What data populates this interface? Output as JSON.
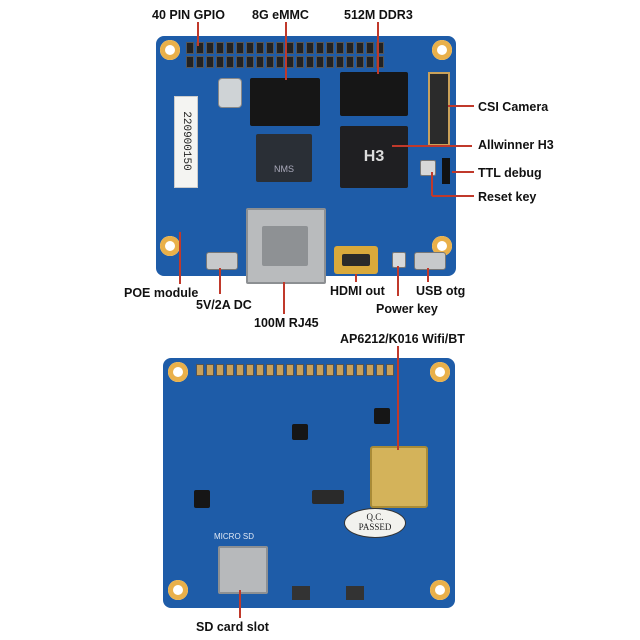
{
  "labels": {
    "gpio": "40 PIN GPIO",
    "emmc": "8G eMMC",
    "ddr3": "512M DDR3",
    "csi": "CSI Camera",
    "soc": "Allwinner H3",
    "ttl": "TTL debug",
    "reset": "Reset key",
    "poe": "POE module",
    "dc": "5V/2A DC",
    "rj45": "100M RJ45",
    "hdmi": "HDMI out",
    "power": "Power key",
    "usb": "USB otg",
    "wifi": "AP6212/K016 Wifi/BT",
    "sd": "SD card slot"
  },
  "board_marks": {
    "soc_logo": "H3",
    "ethernet_chip": "NMS",
    "qc_stamp_top": "Q.C.",
    "qc_stamp_bottom": "PASSED",
    "serial_sticker": "220900150",
    "sd_silkscreen": "MICRO SD"
  },
  "colors": {
    "pcb": "#1e5ca8",
    "gold": "#e9b04a",
    "leader": "#c0392b",
    "label_text": "#111111"
  }
}
